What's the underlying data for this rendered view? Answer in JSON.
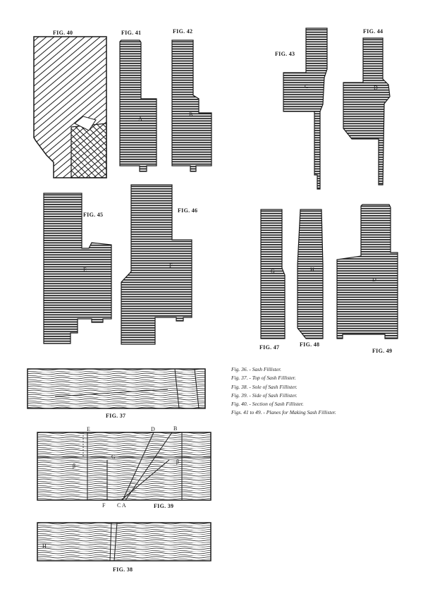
{
  "figures": {
    "fig40": "FIG. 40",
    "fig41": "FIG. 41",
    "fig42": "FIG. 42",
    "fig43": "FIG. 43",
    "fig44": "FIG. 44",
    "fig45": "FIG. 45",
    "fig46": "FIG. 46",
    "fig47": "FIG. 47",
    "fig48": "FIG. 48",
    "fig49": "FIG. 49",
    "fig37": "FIG. 37",
    "fig38": "FIG. 38",
    "fig39": "FIG. 39"
  },
  "part_letters": {
    "a": "A",
    "b": "B",
    "c": "C",
    "d": "D",
    "e": "E",
    "f": "F",
    "g": "G",
    "h": "H",
    "ca": "C A",
    "beta": "β"
  },
  "caption": [
    "Fig. 36. - Sash Fillister.",
    "Fig. 37. - Top of Sash Fillister.",
    "Fig. 38. - Sole of Sash Fillister.",
    "Fig. 39. - Side of Sash Fillister.",
    "Fig. 40. - Section of Sash Fillister.",
    "Figs. 41 to 49. - Planes for Making Sash Fillister."
  ],
  "colors": {
    "ink": "#1a1a1a",
    "paper": "#ffffff"
  }
}
